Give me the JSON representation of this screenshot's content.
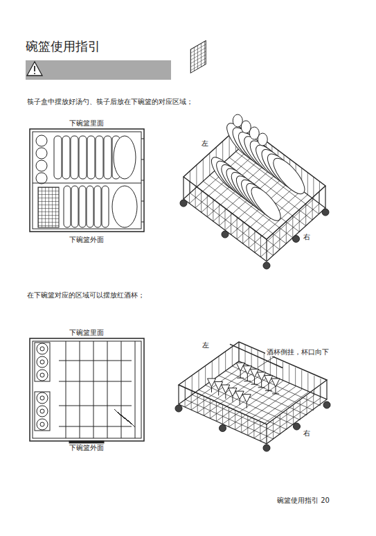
{
  "diagram": {
    "title": "碗篮使用指引",
    "labels": [
      "筷子盒中摆放好汤勺、筷子后放在下碗篮的对应区域；",
      "下碗篮里面",
      "下碗篮外面",
      "左",
      "右",
      "在下碗篮对应的区域可以摆放红酒杯；",
      "下碗篮里面",
      "下碗篮外面",
      "左",
      "酒杯倒挂，杯口向下",
      "右",
      "碗篮使用指引 20"
    ]
  }
}
